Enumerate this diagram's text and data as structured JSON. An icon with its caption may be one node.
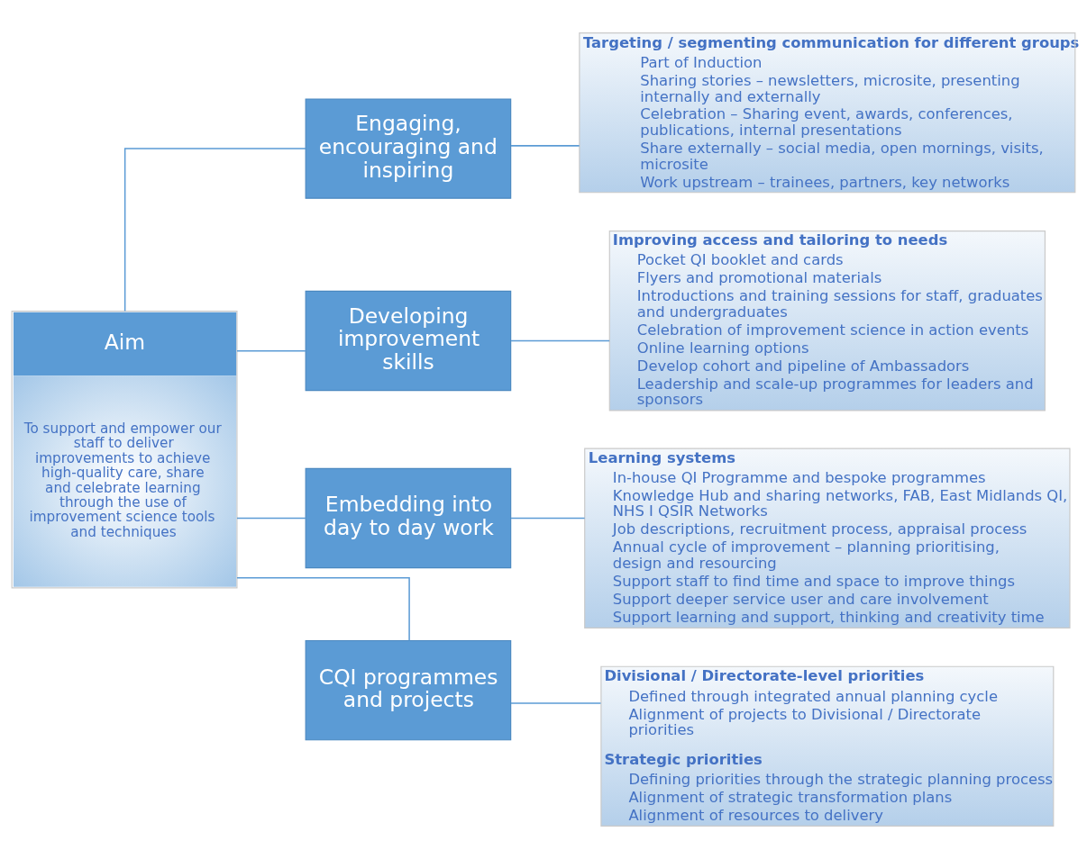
{
  "diagram": {
    "nodes": [
      {
        "text": [
          "Aim",
          "To support and empower our staff to deliver improvements to achieve high-quality care, share and celebrate learning through the use of improvement science tools and techniques"
        ]
      },
      {
        "text": [
          "Engaging, encouraging and inspiring"
        ]
      },
      {
        "text": [
          "Developing improvement skills"
        ]
      },
      {
        "text": [
          "Embedding into day to day work"
        ]
      },
      {
        "text": [
          "CQI programmes and projects"
        ]
      },
      {
        "text": [
          "Targeting / segmenting communication for different groups",
          "Part of Induction",
          "Sharing stories – newsletters, microsite, presenting internally and externally",
          "Celebration – Sharing event, awards, conferences, publications, internal presentations",
          "Share externally – social media, open mornings, visits, microsite",
          "Work upstream – trainees, partners, key networks"
        ]
      },
      {
        "text": [
          "Improving access and tailoring to needs",
          "Pocket QI booklet and cards",
          "Flyers and promotional materials",
          "Introductions and training sessions for staff, graduates and undergraduates",
          "Celebration of improvement science in action events",
          "Online learning options",
          "Develop cohort and pipeline of Ambassadors",
          "Leadership and scale-up programmes for leaders and sponsors"
        ]
      },
      {
        "text": [
          "Learning systems",
          "In-house QI Programme and bespoke programmes",
          "Knowledge Hub and sharing networks, FAB, East Midlands QI, NHS I QSIR Networks",
          "Job descriptions, recruitment process, appraisal process",
          "Annual cycle of improvement – planning prioritising, design and resourcing",
          "Support staff to find time and space to improve things",
          "Support deeper service user and care involvement",
          "Support learning and support, thinking and creativity time"
        ]
      },
      {
        "text": [
          "Divisional / Directorate-level priorities",
          "Defined through integrated annual planning cycle",
          "Alignment of projects to Divisional / Directorate priorities",
          "Strategic priorities",
          "Defining priorities through the strategic planning process",
          "Alignment of strategic transformation plans",
          "Alignment of resources to delivery"
        ]
      }
    ],
    "edges": [
      {
        "from": 0,
        "to": 1,
        "arrow": "none"
      },
      {
        "from": 0,
        "to": 2,
        "arrow": "none"
      },
      {
        "from": 0,
        "to": 3,
        "arrow": "none"
      },
      {
        "from": 0,
        "to": 4,
        "arrow": "none"
      },
      {
        "from": 1,
        "to": 5,
        "arrow": "none"
      },
      {
        "from": 2,
        "to": 6,
        "arrow": "none"
      },
      {
        "from": 3,
        "to": 7,
        "arrow": "none"
      },
      {
        "from": 4,
        "to": 8,
        "arrow": "none"
      }
    ]
  }
}
